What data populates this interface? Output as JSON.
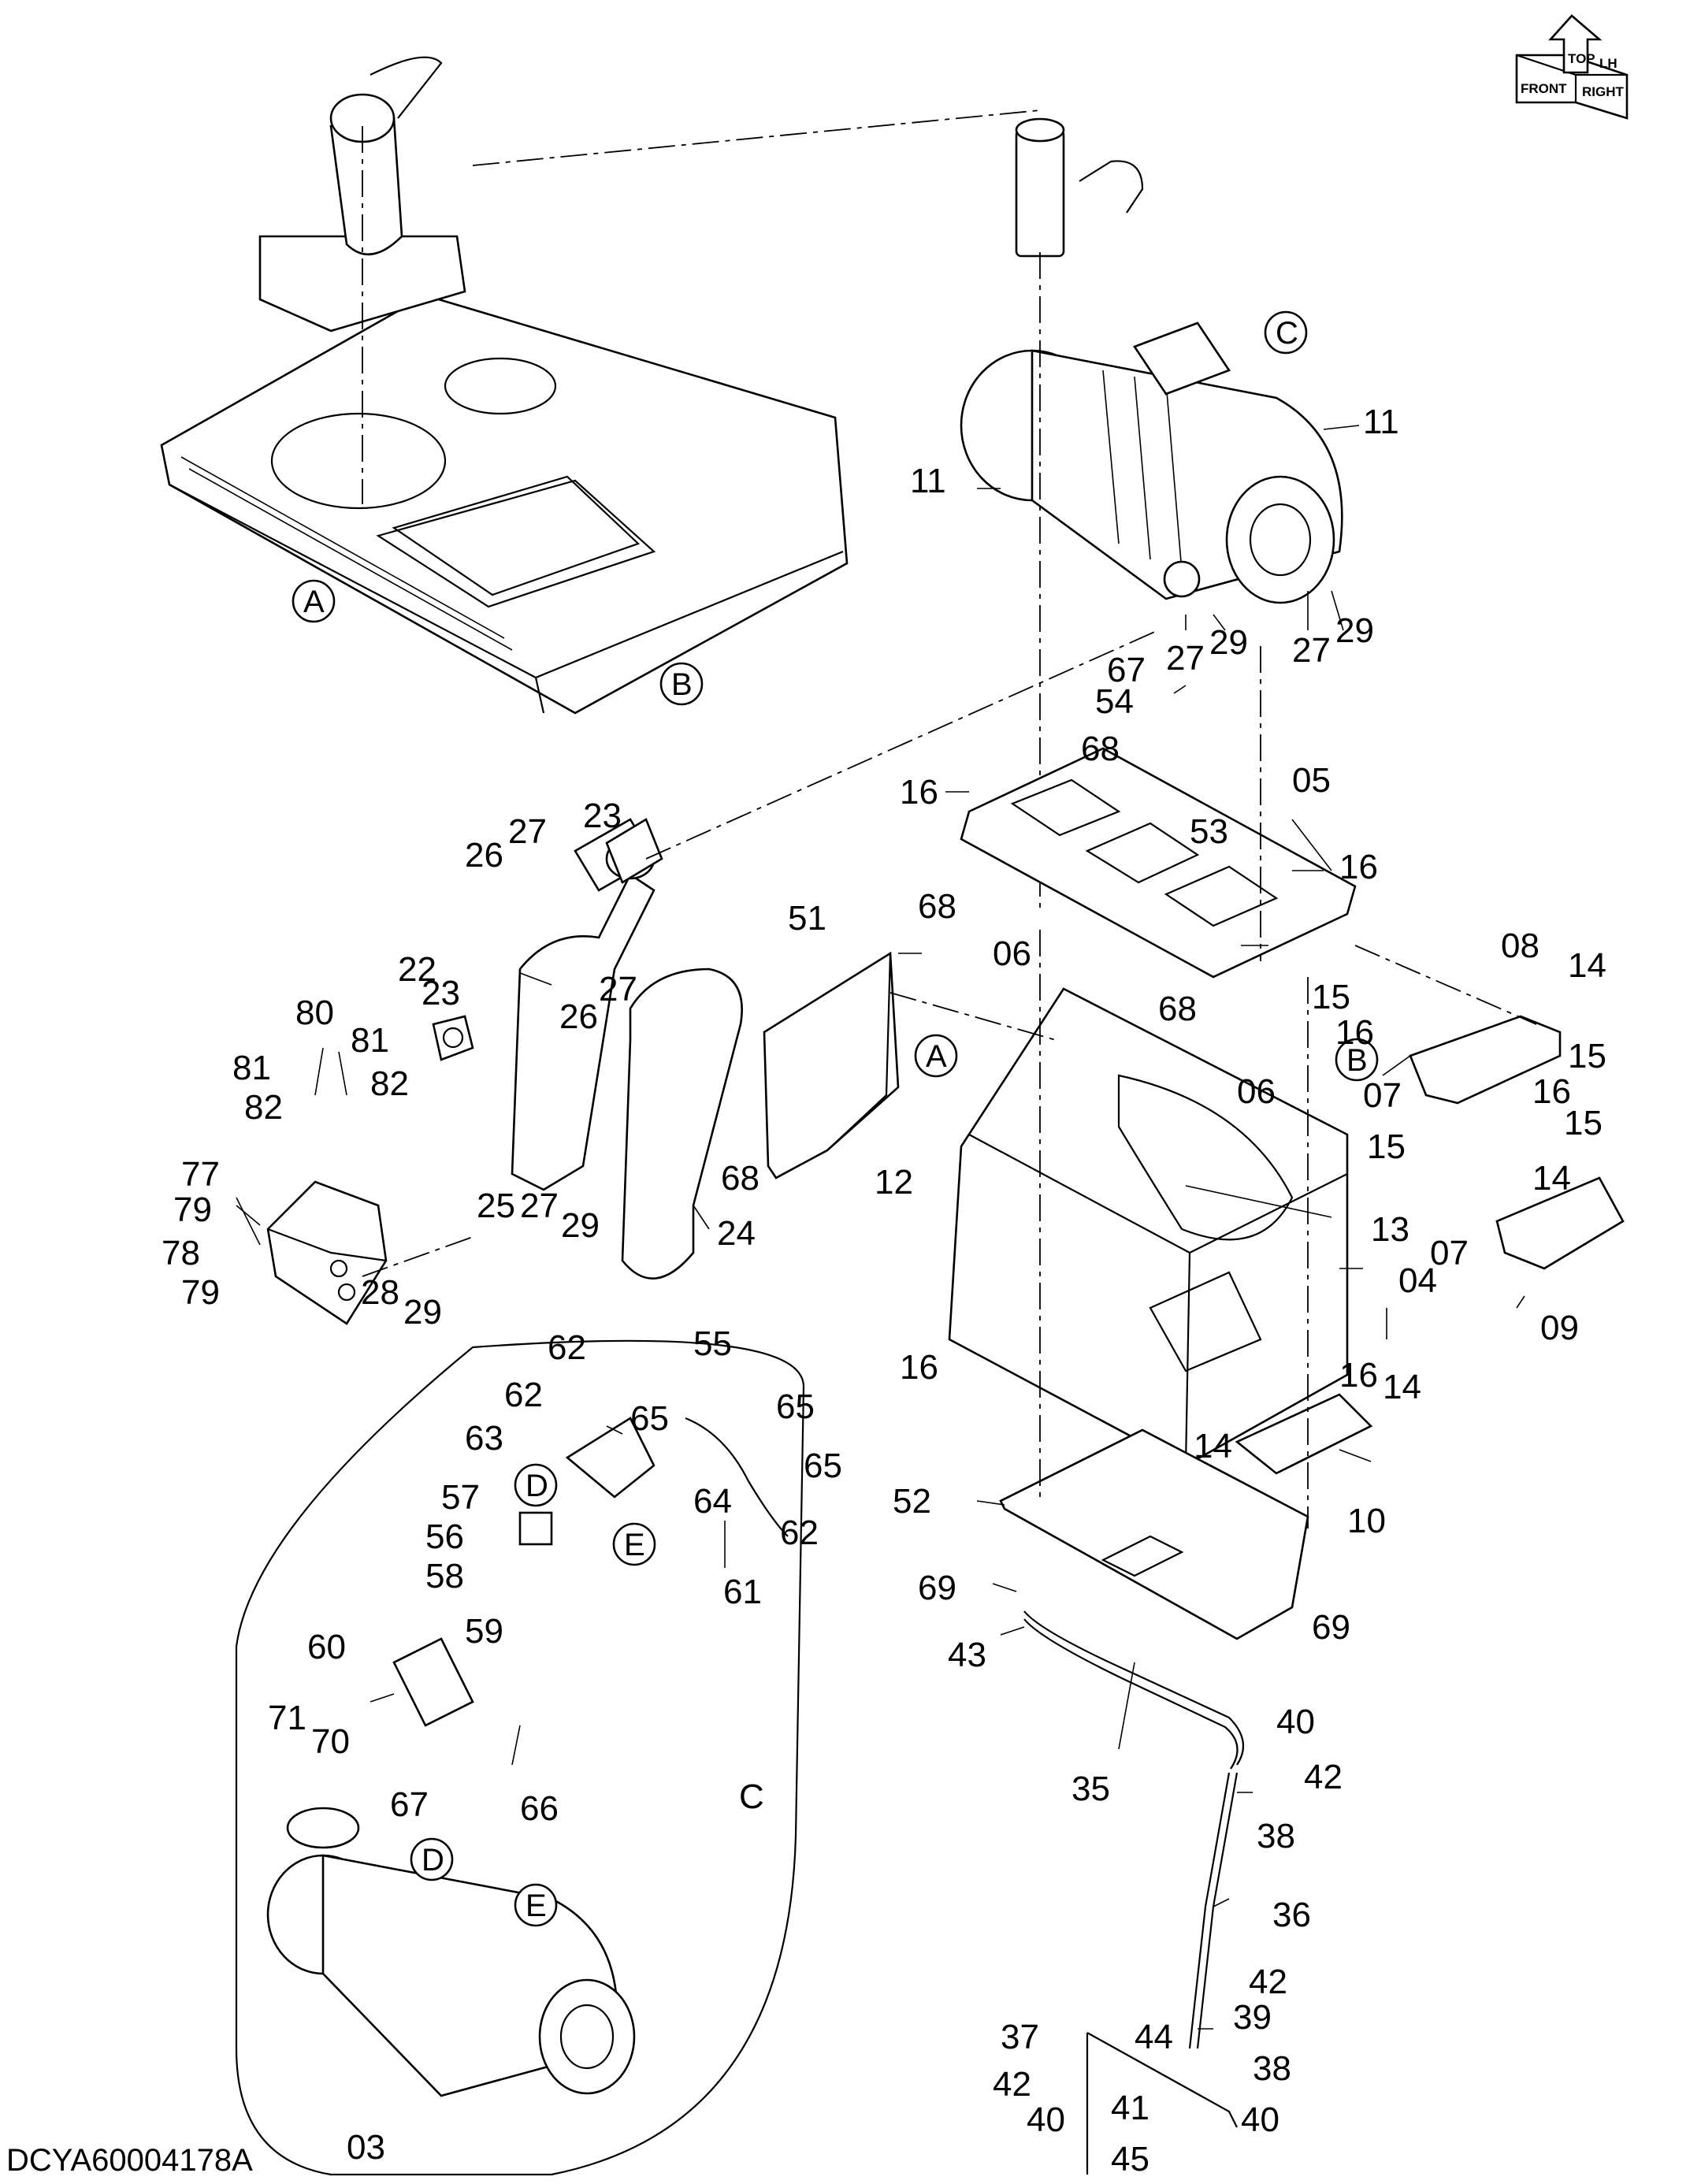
{
  "diagram": {
    "reference_code": "DCYA60004178A",
    "orientation_compass": {
      "front": "FRONT",
      "top": "TOP",
      "right": "RIGHT",
      "left_hand": "LH"
    },
    "detail_labels": {
      "a": "A",
      "b": "B",
      "c": "C",
      "d": "D",
      "e": "E"
    },
    "part_numbers": [
      "03",
      "04",
      "05",
      "06",
      "07",
      "08",
      "09",
      "10",
      "11",
      "12",
      "13",
      "14",
      "15",
      "16",
      "22",
      "23",
      "24",
      "25",
      "26",
      "27",
      "28",
      "29",
      "35",
      "36",
      "37",
      "38",
      "39",
      "40",
      "41",
      "42",
      "43",
      "44",
      "45",
      "51",
      "52",
      "53",
      "54",
      "55",
      "56",
      "57",
      "58",
      "59",
      "60",
      "61",
      "62",
      "63",
      "64",
      "65",
      "66",
      "67",
      "68",
      "69",
      "70",
      "71",
      "77",
      "78",
      "79",
      "80",
      "81",
      "82"
    ]
  }
}
